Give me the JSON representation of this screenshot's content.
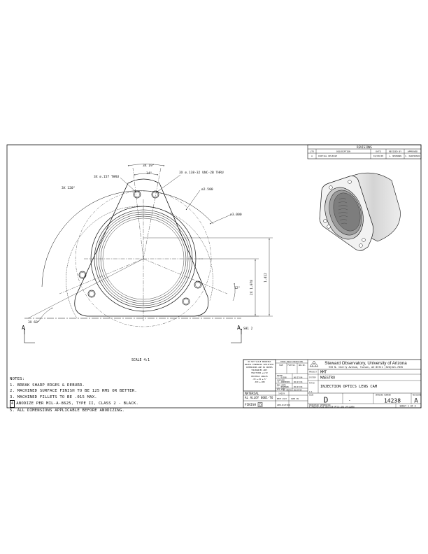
{
  "revisions": {
    "title": "REVISIONS",
    "headers": [
      "LTR",
      "DESCRIPTION",
      "DATE",
      "REVISED BY",
      "APPROVED"
    ],
    "row": {
      "ltr": "A",
      "description": "INITIAL RELEASE",
      "date": "02/08/05",
      "revised_by": "L. NEUMANN",
      "approved": "C. KARPINSKI"
    }
  },
  "dimensions": {
    "angle_19": "3X 19°",
    "angle_14": "14°",
    "tapped": "3X ∅.138-32 UNC-2B THRU",
    "thru": "3X ∅.157 THRU",
    "angle_120": "3X 120°",
    "dia_2500": "∅2.500",
    "dia_3000": "∅3.000",
    "dim_1412": "1.412",
    "dim_1078": "2X 1.078",
    "angle_12": "12°",
    "angle_60": "3X 60°",
    "section_left": "A",
    "section_right": "A",
    "section_ref": "SH1 2",
    "scale": "SCALE 4:1"
  },
  "notes": {
    "heading": "NOTES:",
    "items": [
      "1. BREAK SHARP EDGES & DEBURR.",
      "2. MACHINED SURFACE FINISH TO BE 125 RMS OR BETTER.",
      "3. MACHINED FILLETS TO BE .015 MAX.",
      "ANODIZE PER MIL-A-8625, TYPE II, CLASS 2 - BLACK.",
      "5. ALL DIMENSIONS APPLICABLE BEFORE ANODIZING."
    ],
    "anodize_num": "4"
  },
  "title_block": {
    "org": "Steward Observatory, University of Arizona",
    "address": "933 N. Cherry Avenue, Tucson, AZ  85721   (520)621-7835",
    "unless_note": [
      "DO NOT SCALE DRAWINGS",
      "UNLESS OTHERWISE SPECIFIED:",
      "DIMENSIONS ARE IN INCHES",
      "TOLERANCES ARE:",
      "FRACTIONS ±1/32",
      "DECIMALS  ANGLES",
      ".XX ±.01   ±.5°",
      ".XXX ±.005"
    ],
    "third_angle": "THIRD ANGLE PROJECTION",
    "size_headers": [
      "SIZE",
      "FSCM NO.",
      "DWG NO."
    ],
    "drawn": "DRAWN",
    "drawn_by": "C. OLSEN",
    "drawn_date": "06/27/04",
    "checked": "CHECKED",
    "checked_by": "D. ANDERSEN",
    "checked_date": "06/27/04",
    "eng_appr": "ENG APPR",
    "eng_by": "L. NEUMANN",
    "eng_date": "06/27/04",
    "mfg_appr": "MFG APPR",
    "mfg_by": "W. SMITH",
    "mfg_date": "06/27/04",
    "qa": "Q.A.",
    "project_label": "PROJECT",
    "project": "MMT",
    "system_label": "SYSTEM",
    "system": "MAESTRO",
    "title_label": "TITLE",
    "title": "INJECTION OPTICS LENS CAM",
    "material_label": "MATERIAL",
    "material": "AL ALLOY 6061-T6",
    "finish_label": "FINISH",
    "next_assy": "NEXT ASSY",
    "used_on": "USED ON",
    "application": "APPLICATION",
    "assembly": "14239",
    "size_label": "SIZE",
    "size": "D",
    "fscm": "-",
    "dwg_no_label": "DRAWING NUMBER",
    "dwg_no": "14238",
    "rev_label": "REVISION",
    "rev": "A",
    "sheet": "SHEET 1 OF 3",
    "scale_label": "SCALE",
    "file_note": "PROPRIETARY INFORMATION",
    "path": "K:\\MAESTRO\\14238 INJECTION OPTICS LENS CAM.SLDDRW"
  }
}
